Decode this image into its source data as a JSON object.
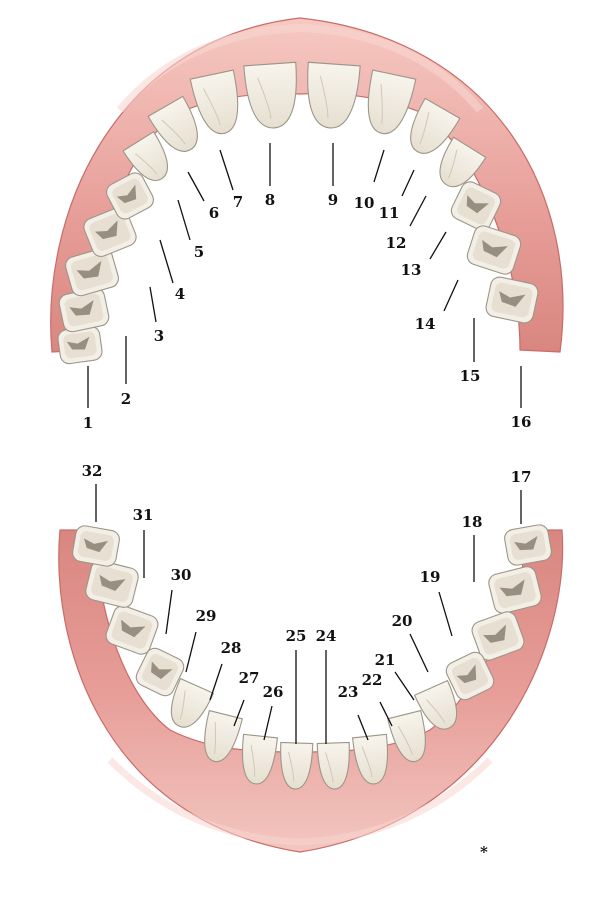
{
  "diagram": {
    "upper_labels": [
      "1",
      "2",
      "3",
      "4",
      "5",
      "6",
      "7",
      "8",
      "9",
      "10",
      "11",
      "12",
      "13",
      "14",
      "15",
      "16"
    ],
    "lower_labels": [
      "17",
      "18",
      "19",
      "20",
      "21",
      "22",
      "23",
      "24",
      "25",
      "26",
      "27",
      "28",
      "29",
      "30",
      "31",
      "32"
    ],
    "footnote_mark": "*",
    "colors": {
      "gum": "#e79d98",
      "gum_dark": "#c96c68",
      "gum_light": "#f6c9c2",
      "tooth": "#f3efe6",
      "tooth_shadow": "#cfc8b8",
      "groove": "#7d7467",
      "ink": "#111111"
    }
  }
}
